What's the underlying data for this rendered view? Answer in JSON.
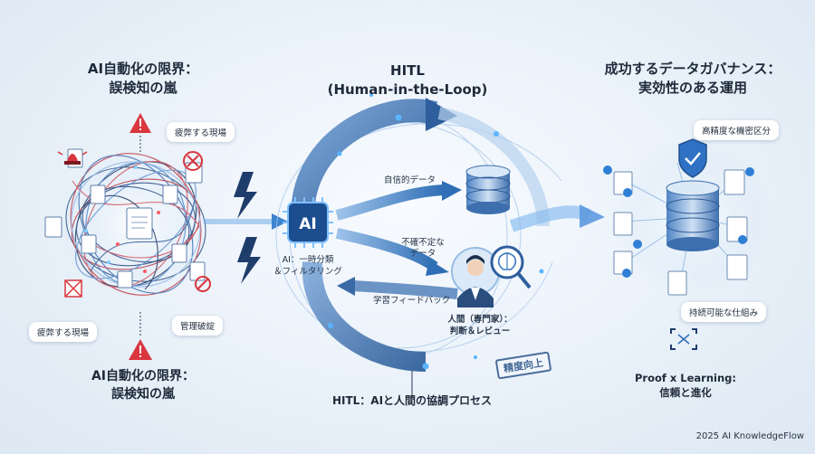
{
  "left": {
    "title_top": [
      "AI自動化の限界：",
      "誤検知の嵐"
    ],
    "title_bottom": [
      "AI自動化の限界：",
      "誤検知の嵐"
    ],
    "labels": {
      "fatigue_top": "疲弊する現場",
      "fatigue_bottom": "疲弊する現場",
      "governance_failure": "管理破綻"
    }
  },
  "center": {
    "title": [
      "HITL",
      "(Human-in-the-Loop)"
    ],
    "ai_chip": "AI",
    "ai_caption": [
      "AI：一時分類",
      "＆フィルタリング"
    ],
    "confident_data": "自信的データ",
    "uncertain_data": [
      "不確不定な",
      "データ"
    ],
    "learning_feedback": "学習フィードバック",
    "human_caption": [
      "人間（専門家）：",
      "判断＆レビュー"
    ],
    "accuracy_stamp": "精度向上",
    "bottom_caption": "HITL：AIと人間の協調プロセス"
  },
  "right": {
    "title": [
      "成功するデータガバナンス：",
      "実効性のある運用"
    ],
    "high_precision": "高精度な機密区分",
    "sustainable": "持続可能な仕組み",
    "proof_title": [
      "Proof x Learning:",
      "信頼と進化"
    ]
  },
  "footer": "2025 AI KnowledgeFlow",
  "colors": {
    "accent_blue": "#2f6fb5",
    "deep_blue": "#1f4f8f",
    "warning_red": "#d9363e",
    "text": "#1e2a3a"
  }
}
